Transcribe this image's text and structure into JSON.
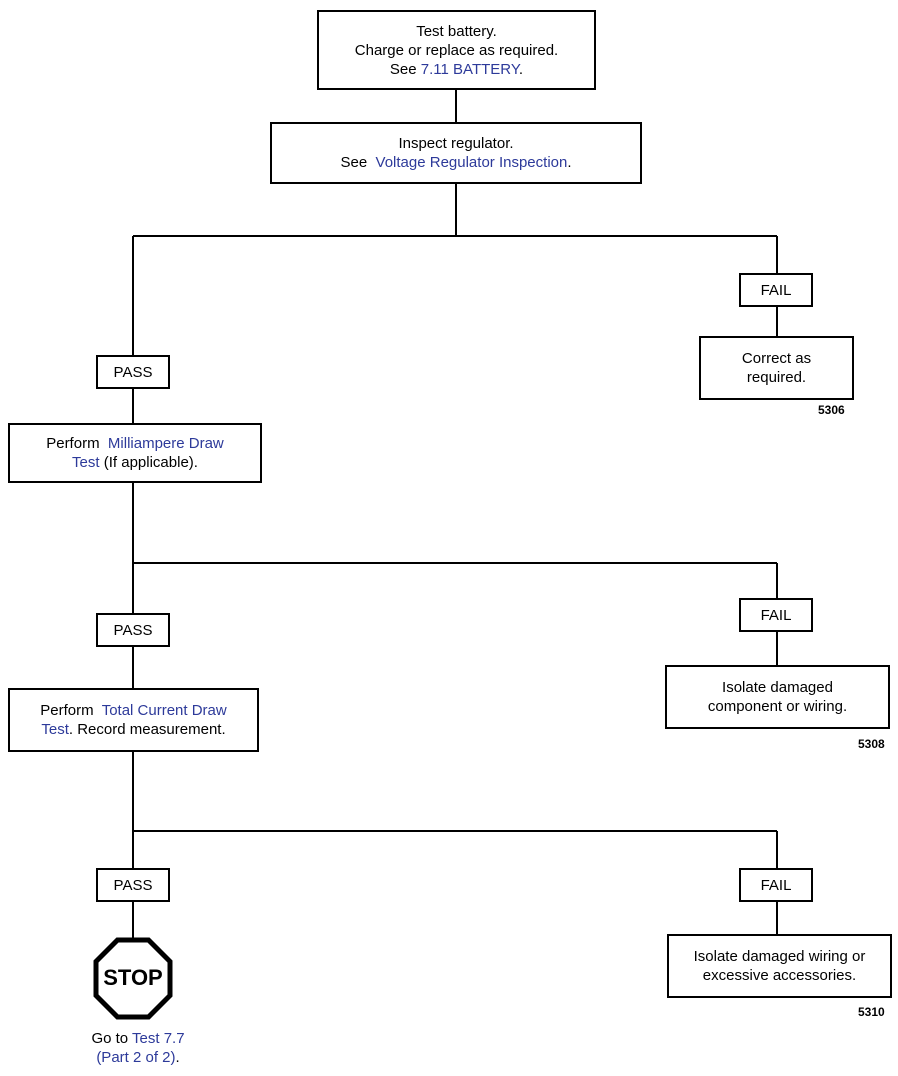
{
  "step1": {
    "line1": "Test battery.",
    "line2": "Charge or replace as required.",
    "see": "See",
    "link": "7.11 BATTERY",
    "end": "."
  },
  "step2": {
    "line1": "Inspect regulator.",
    "see": "See",
    "link": "Voltage Regulator Inspection",
    "end": "."
  },
  "branch1": {
    "pass": "PASS",
    "fail": "FAIL",
    "fail_action_line1": "Correct as",
    "fail_action_line2": "required.",
    "figure": "5306"
  },
  "step3": {
    "prefix": "Perform",
    "link_a": "Milliampere Draw",
    "link_b": "Test",
    "suffix": "(If applicable)."
  },
  "branch2": {
    "pass": "PASS",
    "fail": "FAIL",
    "fail_action_line1": "Isolate damaged",
    "fail_action_line2": "component or wiring.",
    "figure": "5308"
  },
  "step4": {
    "prefix": "Perform",
    "link_a": "Total Current Draw",
    "link_b": "Test",
    "suffix": ". Record measurement."
  },
  "branch3": {
    "pass": "PASS",
    "fail": "FAIL",
    "fail_action_line1": "Isolate damaged wiring or",
    "fail_action_line2": "excessive accessories.",
    "figure": "5310"
  },
  "stop": {
    "label": "STOP",
    "goto_prefix": "Go to",
    "goto_link_a": "Test 7.7",
    "goto_link_b": "(Part 2 of 2)",
    "goto_end": "."
  }
}
